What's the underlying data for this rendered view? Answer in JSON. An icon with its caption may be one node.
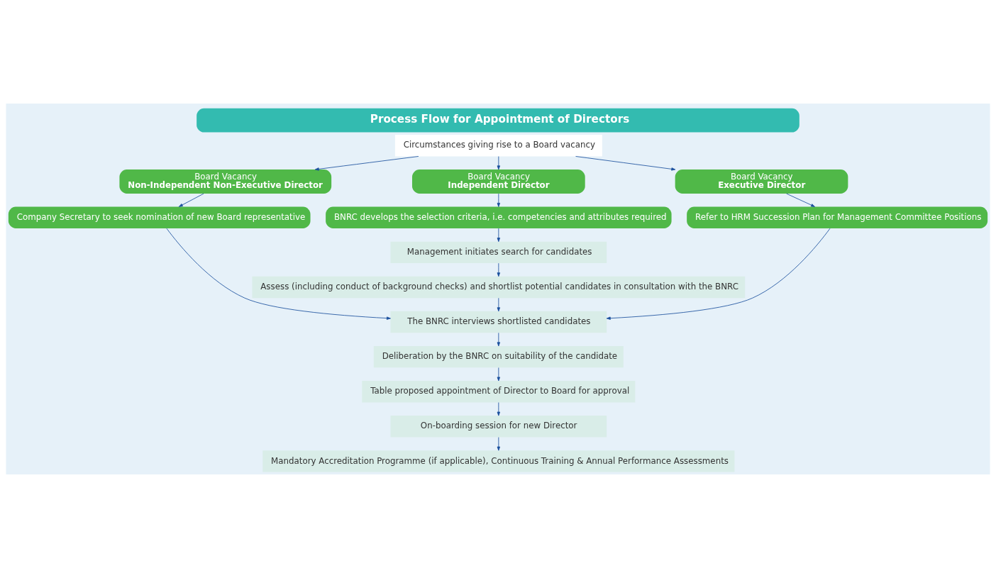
{
  "diagram": {
    "title": "Process Flow for Appointment of Directors",
    "nodes": [
      {
        "text": [
          "Circumstances giving rise to a Board vacancy"
        ]
      },
      {
        "text": [
          "Board Vacancy",
          "Non-Independent Non-Executive Director"
        ]
      },
      {
        "text": [
          "Board Vacancy",
          "Independent Director"
        ]
      },
      {
        "text": [
          "Board Vacancy",
          "Executive Director"
        ]
      },
      {
        "text": [
          "Company Secretary to seek nomination of new Board representative"
        ]
      },
      {
        "text": [
          "BNRC develops the selection criteria, i.e. competencies and attributes required"
        ]
      },
      {
        "text": [
          "Refer to HRM Succession Plan for Management Committee Positions"
        ]
      },
      {
        "text": [
          "Management initiates search for candidates"
        ]
      },
      {
        "text": [
          "Assess (including conduct of background checks) and shortlist potential candidates in consultation with the BNRC"
        ]
      },
      {
        "text": [
          "The BNRC interviews shortlisted candidates"
        ]
      },
      {
        "text": [
          "Deliberation by the BNRC on suitability of the candidate"
        ]
      },
      {
        "text": [
          "Table proposed appointment of Director to Board for approval"
        ]
      },
      {
        "text": [
          "On-boarding session for new Director"
        ]
      },
      {
        "text": [
          "Mandatory Accreditation Programme (if applicable), Continuous Training & Annual Performance Assessments"
        ]
      }
    ],
    "edges": [
      {
        "from": 0,
        "to": 1,
        "arrow": "to"
      },
      {
        "from": 0,
        "to": 2,
        "arrow": "to"
      },
      {
        "from": 0,
        "to": 3,
        "arrow": "to"
      },
      {
        "from": 1,
        "to": 4,
        "arrow": "to"
      },
      {
        "from": 2,
        "to": 5,
        "arrow": "to"
      },
      {
        "from": 3,
        "to": 6,
        "arrow": "to"
      },
      {
        "from": 5,
        "to": 7,
        "arrow": "to"
      },
      {
        "from": 7,
        "to": 8,
        "arrow": "to"
      },
      {
        "from": 4,
        "to": 9,
        "arrow": "to"
      },
      {
        "from": 8,
        "to": 9,
        "arrow": "to"
      },
      {
        "from": 6,
        "to": 9,
        "arrow": "to"
      },
      {
        "from": 9,
        "to": 10,
        "arrow": "to"
      },
      {
        "from": 10,
        "to": 11,
        "arrow": "to"
      },
      {
        "from": 11,
        "to": 12,
        "arrow": "to"
      },
      {
        "from": 12,
        "to": 13,
        "arrow": "to"
      }
    ]
  }
}
